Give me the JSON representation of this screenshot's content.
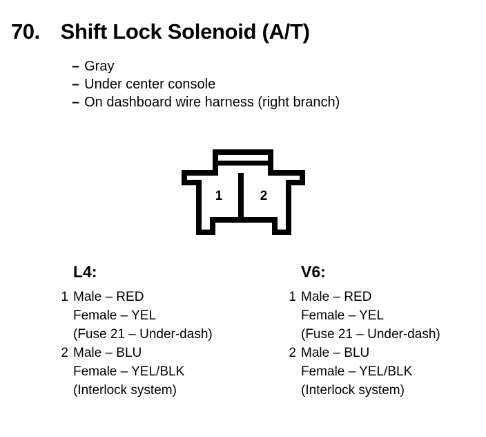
{
  "header": {
    "item_number": "70.",
    "title": "Shift Lock Solenoid (A/T)",
    "notes": [
      {
        "dash": "–",
        "text": "Gray"
      },
      {
        "dash": "–",
        "text": "Under center console"
      },
      {
        "dash": "–",
        "text": "On dashboard wire harness (right branch)"
      }
    ]
  },
  "connector": {
    "name": "2-pin-connector-diagram",
    "outline_color": "#000000",
    "fill_color": "#ffffff",
    "pins": [
      {
        "label": "1"
      },
      {
        "label": "2"
      }
    ]
  },
  "pinout": {
    "columns": [
      {
        "heading": "L4:",
        "entries": [
          {
            "index": "1",
            "lines": [
              "Male – RED",
              "Female – YEL",
              "(Fuse 21 – Under-dash)"
            ]
          },
          {
            "index": "2",
            "lines": [
              "Male – BLU",
              "Female – YEL/BLK",
              "(Interlock system)"
            ]
          }
        ]
      },
      {
        "heading": "V6:",
        "entries": [
          {
            "index": "1",
            "lines": [
              "Male – RED",
              "Female – YEL",
              "(Fuse 21 – Under-dash)"
            ]
          },
          {
            "index": "2",
            "lines": [
              "Male – BLU",
              "Female – YEL/BLK",
              "(Interlock system)"
            ]
          }
        ]
      }
    ]
  }
}
